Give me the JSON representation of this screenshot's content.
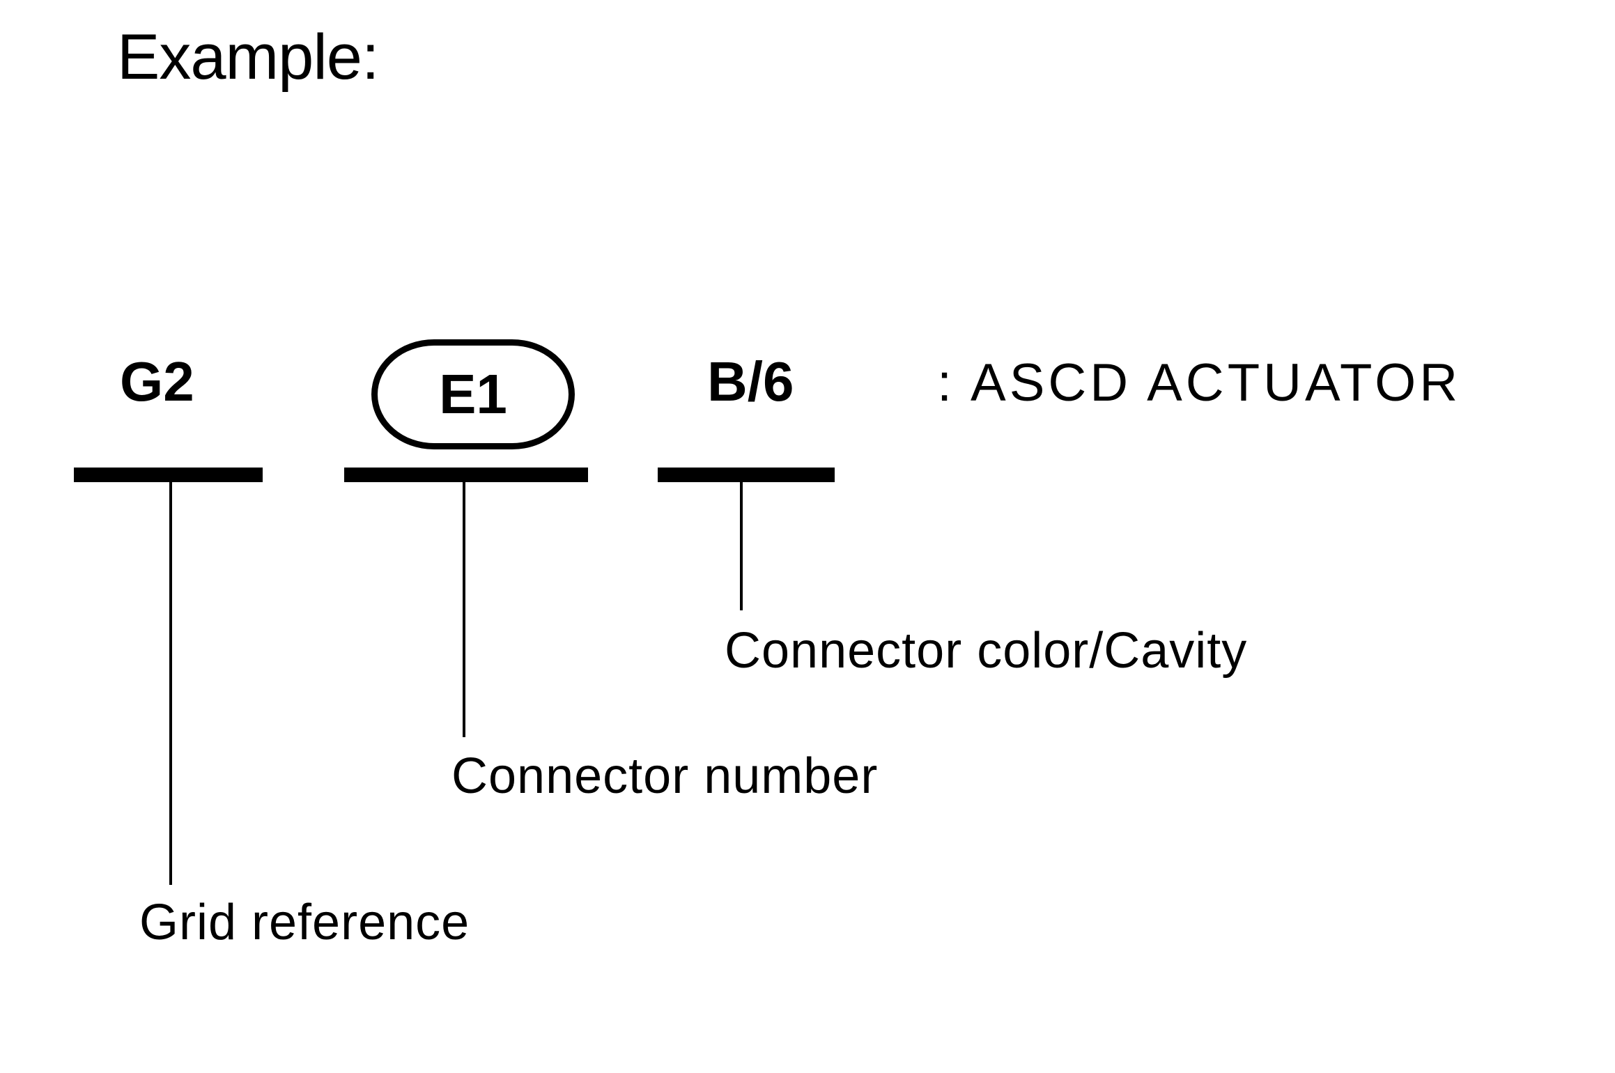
{
  "heading": "Example:",
  "code": {
    "grid_reference": "G2",
    "connector_number": "E1",
    "connector_color_cavity": "B/6",
    "separator": ":",
    "description": ": ASCD ACTUATOR"
  },
  "callouts": {
    "connector_color_cavity": "Connector color/Cavity",
    "connector_number": "Connector number",
    "grid_reference": "Grid reference"
  },
  "colors": {
    "ink": "#000000",
    "paper": "#ffffff"
  }
}
